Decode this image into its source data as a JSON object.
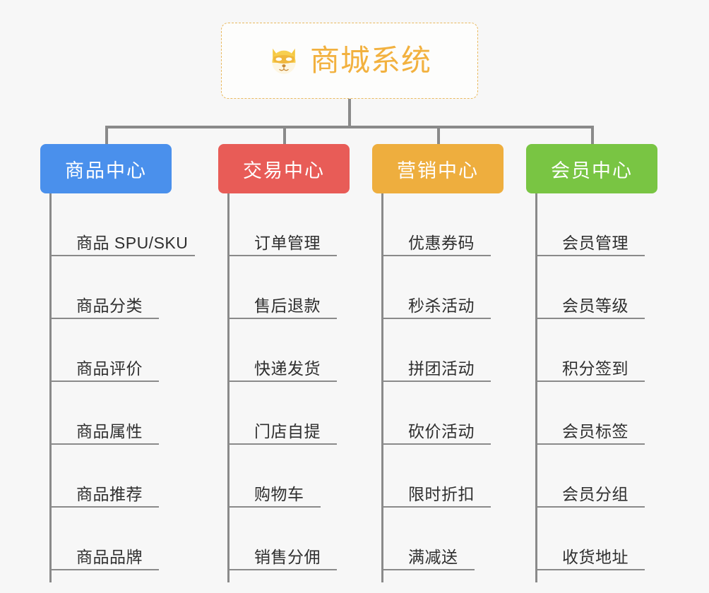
{
  "page": {
    "background_color": "#f7f7f7",
    "connector_color": "#8a8a8a"
  },
  "root": {
    "title": "商城系统",
    "icon": "shiba-dog-face-emoji",
    "icon_glyph": "🐶",
    "title_color": "#f2b13f",
    "border_color": "#e9b95f",
    "background_color": "#fdfdfc"
  },
  "branches": [
    {
      "label": "商品中心",
      "color": "#4a90ec",
      "items": [
        "商品 SPU/SKU",
        "商品分类",
        "商品评价",
        "商品属性",
        "商品推荐",
        "商品品牌"
      ]
    },
    {
      "label": "交易中心",
      "color": "#e85c57",
      "items": [
        "订单管理",
        "售后退款",
        "快递发货",
        "门店自提",
        "购物车",
        "销售分佣"
      ]
    },
    {
      "label": "营销中心",
      "color": "#eeae3e",
      "items": [
        "优惠券码",
        "秒杀活动",
        "拼团活动",
        "砍价活动",
        "限时折扣",
        "满减送"
      ]
    },
    {
      "label": "会员中心",
      "color": "#79c543",
      "items": [
        "会员管理",
        "会员等级",
        "积分签到",
        "会员标签",
        "会员分组",
        "收货地址"
      ]
    }
  ]
}
